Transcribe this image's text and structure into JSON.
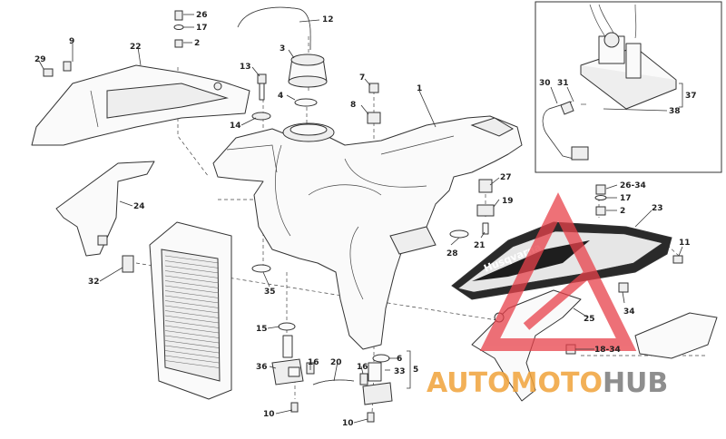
{
  "labels": {
    "l1": "1",
    "l2a": "2",
    "l2b": "2",
    "l3": "3",
    "l4": "4",
    "l5": "5",
    "l6": "6",
    "l7": "7",
    "l8": "8",
    "l9": "9",
    "l10a": "10",
    "l10b": "10",
    "l11": "11",
    "l12": "12",
    "l13": "13",
    "l14": "14",
    "l15": "15",
    "l16a": "16",
    "l16b": "16",
    "l17a": "17",
    "l17b": "17",
    "l18": "18-34",
    "l19": "19",
    "l20": "20",
    "l21": "21",
    "l22": "22",
    "l23": "23",
    "l24": "24",
    "l25": "25",
    "l26a": "26",
    "l26b": "26-34",
    "l27": "27",
    "l28": "28",
    "l29": "29",
    "l30": "30",
    "l31": "31",
    "l32": "32",
    "l33": "33",
    "l34": "34",
    "l35": "35",
    "l36": "36",
    "l37": "37",
    "l38": "38"
  },
  "decal_text": "Husqvarna",
  "watermark": {
    "auto": "AUTO",
    "moto": "MOTO",
    "hub": "HUB",
    "colors": {
      "auto": "#f0a23a",
      "moto": "#f0a23a",
      "hub": "#7a7a7a",
      "logo": "#e8414a"
    }
  }
}
